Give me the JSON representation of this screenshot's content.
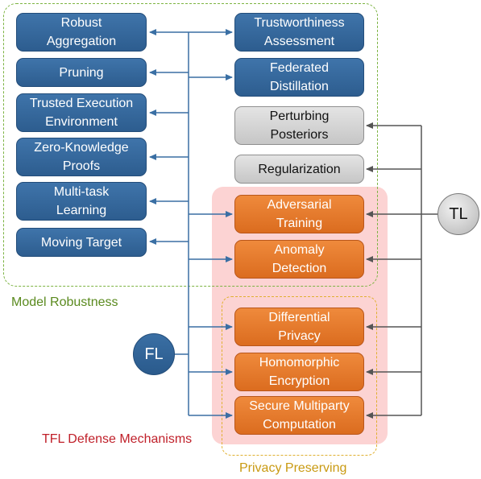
{
  "labels": {
    "model_robustness": "Model Robustness",
    "privacy_preserving": "Privacy Preserving",
    "tfl_defense": "TFL Defense Mechanisms"
  },
  "left_nodes": [
    "Robust\nAggregation",
    "Pruning",
    "Trusted Execution\nEnvironment",
    "Zero-Knowledge\nProofs",
    "Multi-task\nLearning",
    "Moving Target"
  ],
  "right_blue_nodes": [
    "Trustworthiness\nAssessment",
    "Federated\nDistillation"
  ],
  "gray_nodes": [
    "Perturbing\nPosteriors",
    "Regularization"
  ],
  "orange_nodes": [
    "Adversarial\nTraining",
    "Anomaly\nDetection",
    "Differential\nPrivacy",
    "Homomorphic\nEncryption",
    "Secure Multiparty\nComputation"
  ],
  "fl": "FL",
  "tl": "TL",
  "colors": {
    "fl_blue": "#2d5d8f",
    "technique_orange": "#db6c1f",
    "tl_gray": "#c6c6c6",
    "robust_green": "#5a8a1e",
    "privacy_gold": "#c99a12",
    "tfl_red": "#c0202a",
    "fl_connector": "#3a6fa4",
    "tl_connector": "#555555"
  }
}
